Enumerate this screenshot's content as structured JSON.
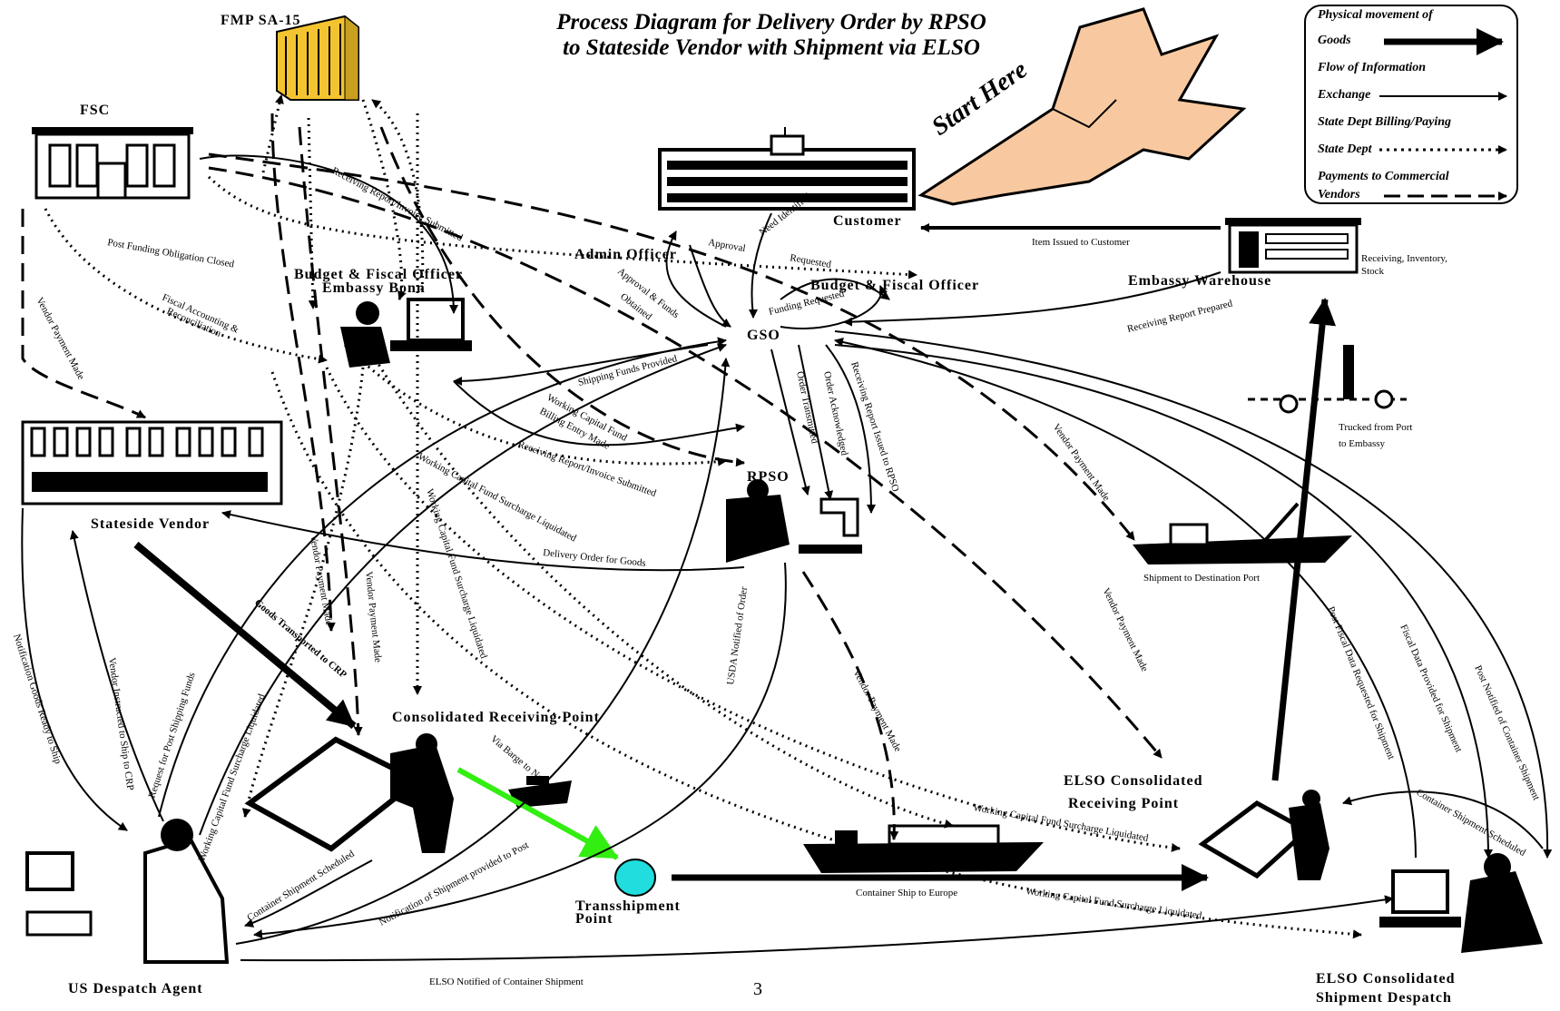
{
  "title": {
    "line1": "Process Diagram for Delivery Order by RPSO",
    "line2": "to Stateside Vendor with Shipment via ELSO"
  },
  "start_label": "Start Here",
  "page_number": "3",
  "legend": {
    "goods": [
      "Physical movement of",
      "Goods"
    ],
    "info": [
      "Flow of Information",
      "Exchange"
    ],
    "state": [
      "State Dept Billing/Paying",
      "State Dept"
    ],
    "vendors": [
      "Payments to Commercial",
      "Vendors"
    ]
  },
  "nodes": {
    "fmp": "FMP SA-15",
    "fsc": "FSC",
    "customer": "Customer",
    "admin": "Admin Officer",
    "budget_embassy": [
      "Budget & Fiscal Officer",
      "Embassy Bonn"
    ],
    "budget_fiscal": "Budget & Fiscal Officer",
    "gso": "GSO",
    "warehouse": "Embassy Warehouse",
    "stateside": "Stateside Vendor",
    "rpso": "RPSO",
    "crp": "Consolidated Receiving Point",
    "elso_crp": [
      "ELSO Consolidated",
      "Receiving Point"
    ],
    "transship": [
      "Transshipment",
      "Point"
    ],
    "us_agent": "US Despatch Agent",
    "elso_csd": [
      "ELSO Consolidated",
      "Shipment Despatch"
    ]
  },
  "edge_labels": {
    "receiving_report_fsc": "Receiving Report/Invoice Submitted",
    "post_funding": "Post Funding Obligation Closed",
    "fiscal_accounting": [
      "Fiscal Accounting &",
      "Reconciliation"
    ],
    "vendor_payment_fsc": "Vendor Payment Made",
    "need_identified": "Need Identified",
    "approval_requested": "Approval",
    "requested": "Requested",
    "approval_funds": [
      "Approval & Funds",
      "Obtained"
    ],
    "funding_requested": "Funding Requested",
    "item_issued": "Item Issued to Customer",
    "receiving_inventory": [
      "Receiving, Inventory,",
      "Stock"
    ],
    "receiving_report_prepared": "Receiving Report Prepared",
    "shipping_funds": "Shipping Funds Provided",
    "wcf_billing": [
      "Working Capital Fund",
      "Billing Entry Made"
    ],
    "receiving_report_invoice": "Receiving Report/Invoice Submitted",
    "wcf_surcharge_1": "Working Capital Fund Surcharge Liquidated",
    "order_transmitted": "Order Transmitted",
    "order_acknowledged": "Order Acknowledged",
    "receiving_report_rpso": "Receiving Report Issued to RPSO",
    "vendor_payment_right": "Vendor Payment Made",
    "trucked": [
      "Trucked from Port",
      "to Embassy"
    ],
    "shipment_destination": "Shipment to Destination Port",
    "delivery_order": "Delivery Order for Goods",
    "vendor_payment_mid": "Vendor Payment Made",
    "wcf_surcharge_2": "Working Capital Fund Surcharge Liquidated",
    "vendor_payment_a": "Vendor Payment Made",
    "vendor_payment_b": "Vendor Payment Made",
    "usda": "USDA Notified of Order",
    "vendor_payment_c": "Vendor Payment Made",
    "vendor_payment_d": "Vendor Payment Made",
    "post_fiscal_data": "Post Fiscal Data Requested for Shipment",
    "fiscal_data_provided": "Fiscal Data Provided for Shipment",
    "post_notified": "Post Notified of Container Shipment",
    "notification_goods": "Notification Goods Ready to Ship",
    "vendor_instructed": "Vendor Instructed to Ship to CRP",
    "request_funds": "Request for Post Shipping Funds",
    "goods_transported": "Goods Transported to CRP",
    "wcf_surcharge_3": "Working Capital Fund Surcharge Liquidated",
    "via_barge": "Via Barge to Norfolk",
    "container_ship": "Container Ship to Europe",
    "container_shipment_scheduled_l": "Container Shipment Scheduled",
    "notification_shipment": "Notification of Shipment provided to Post",
    "wcf_surcharge_4": "Working Capital Fund Surcharge Liquidated",
    "wcf_surcharge_5": "Working Capital Fund Surcharge Liquidated",
    "container_shipment_scheduled_r": "Container Shipment Scheduled",
    "elso_notified": "ELSO Notified of Container Shipment"
  },
  "icons": [
    "office-building-icon",
    "fsc-building-icon",
    "government-building-icon",
    "pointing-hand-icon",
    "warehouse-icon",
    "vendor-building-icon",
    "worker-at-computer-icon",
    "truck-icon",
    "ship-icon",
    "cargo-worker-icon",
    "barge-icon",
    "transshipment-point-icon"
  ],
  "colors": {
    "accent_arrow": "#33ee11",
    "transship_fill": "#22dddd",
    "hand_fill": "#f8c9a0",
    "building_fill": "#f4c430"
  }
}
